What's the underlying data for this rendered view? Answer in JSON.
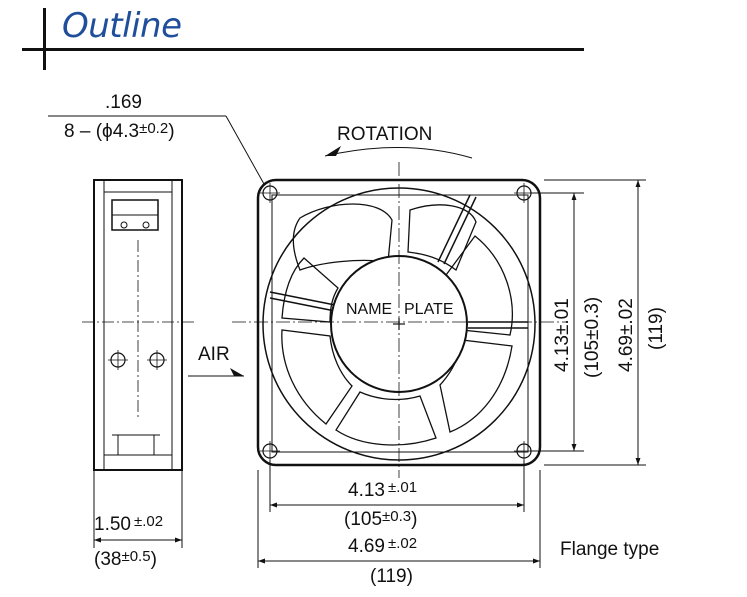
{
  "header": {
    "title": "Outline"
  },
  "hole_spec": {
    "inch": ".169",
    "prefix": "8 – (",
    "phi": "ϕ",
    "base": "4.3",
    "tol": "±0.2",
    "close": ")"
  },
  "rotation_label": "ROTATION",
  "air_label": "AIR",
  "nameplate": {
    "left": "NAME",
    "right": "PLATE"
  },
  "side_dims": {
    "depth": {
      "base": "1.50",
      "tol": "±.02"
    },
    "depth_mm": {
      "open": "(",
      "base": "38",
      "tol": "±0.5",
      "close": ")"
    }
  },
  "bottom_dims": {
    "pitch": {
      "base": "4.13",
      "tol": "±.01"
    },
    "pitch_mm": {
      "open": "(",
      "base": "105",
      "tol": "±0.3",
      "close": ")"
    },
    "overall": {
      "base": "4.69",
      "tol": "±.02"
    },
    "overall_mm": "(119)"
  },
  "right_dims": {
    "pitch": "4.13±.01",
    "pitch_mm": "(105±0.3)",
    "overall": "4.69±.02",
    "overall_mm": "(119)"
  },
  "flange_label": "Flange type"
}
